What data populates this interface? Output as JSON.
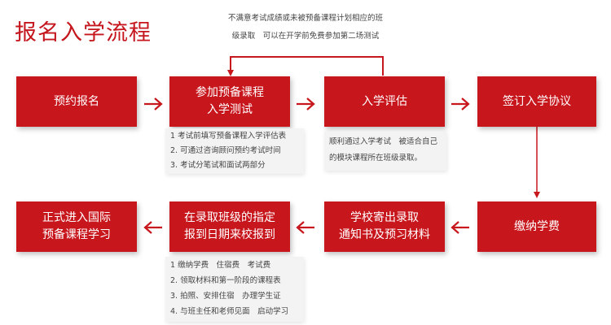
{
  "title": "报名入学流程",
  "top_note": {
    "line1": "不满意考试成绩或未被预备课程计划相应的班",
    "line2": "级录取　可以在开学前免费参加第二场测试"
  },
  "row1": {
    "register": [
      "预约报名"
    ],
    "prep_test": [
      "参加预备课程",
      "入学测试"
    ],
    "assessment": [
      "入学评估"
    ],
    "agreement": [
      "签订入学协议"
    ]
  },
  "row2": {
    "pay_fee": [
      "缴纳学费"
    ],
    "admission_notice": [
      "学校寄出录取",
      "通知书及预习材料"
    ],
    "report": [
      "在录取班级的指定",
      "报到日期来校报到"
    ],
    "start_study": [
      "正式进入国际",
      "预备课程学习"
    ]
  },
  "test_notes": [
    "1  考试前填写预备课程入学评估表",
    "2. 可通过咨询顾问预约考试时间",
    "3. 考试分笔试和面试两部分"
  ],
  "assessment_note": [
    "顺利通过入学考试　被适合自己",
    "的模块课程所在班级录取。"
  ],
  "report_notes": [
    "1  缴纳学费　住宿费　考试费",
    "2. 领取材料和第一阶段的课程表",
    "3. 拍照、安排住宿　办理学生证",
    "4. 与班主任和老师见面　启动学习"
  ],
  "colors": {
    "accent": "#c8161d",
    "note_bg": "#f3f3f3"
  }
}
